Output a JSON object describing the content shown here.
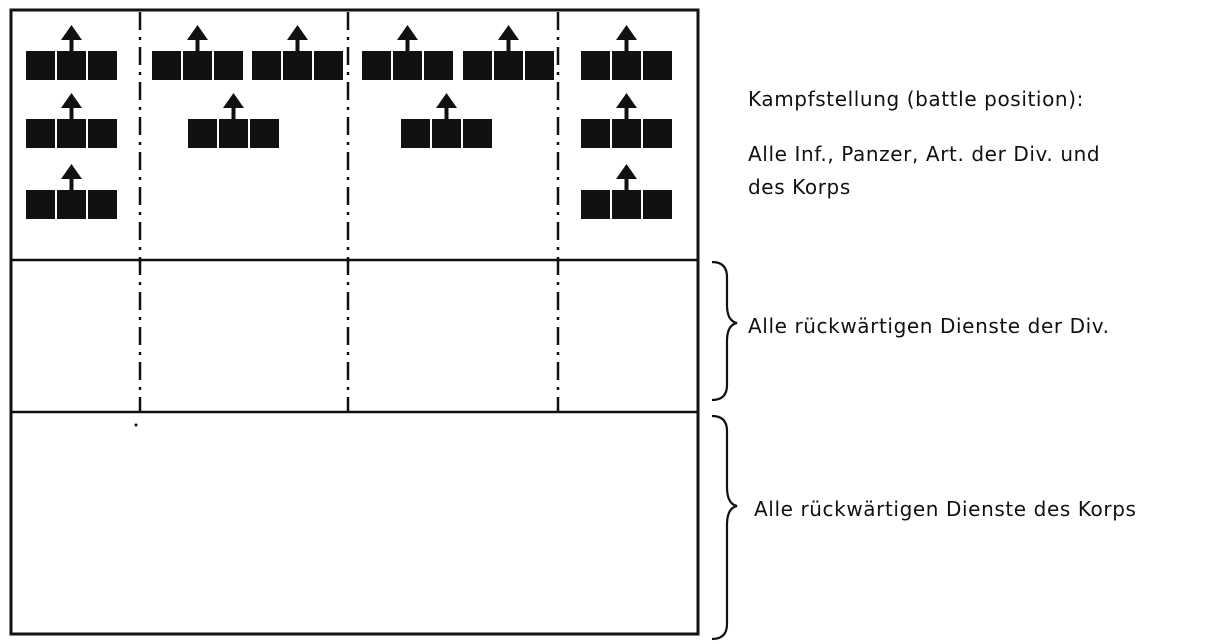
{
  "labels": {
    "battle_position_title": "Kampfstellung (battle position):",
    "battle_position_desc_line1": "Alle Inf., Panzer, Art. der Div. und",
    "battle_position_desc_line2": "des Korps",
    "division_rear_services": "Alle rückwärtigen Dienste der Div.",
    "corps_rear_services": "Alle rückwärtigen Dienste des Korps"
  },
  "zones": [
    {
      "id": "battle-position",
      "label_key": "battle_position_title"
    },
    {
      "id": "division-rear",
      "label_key": "division_rear_services"
    },
    {
      "id": "corps-rear",
      "label_key": "corps_rear_services"
    }
  ],
  "sectors": [
    {
      "id": "sector-1",
      "unit_counts": [
        1,
        1,
        1
      ]
    },
    {
      "id": "sector-2",
      "unit_counts": [
        2,
        1
      ]
    },
    {
      "id": "sector-3",
      "unit_counts": [
        2,
        1
      ]
    },
    {
      "id": "sector-4",
      "unit_counts": [
        1,
        1,
        1
      ]
    }
  ],
  "unit_symbol": {
    "icon": "unit-symbol-icon",
    "description_parts": [
      "three filled squares",
      "upward arrow on the middle square"
    ]
  },
  "colors": {
    "ink": "#111111",
    "background": "#ffffff"
  }
}
